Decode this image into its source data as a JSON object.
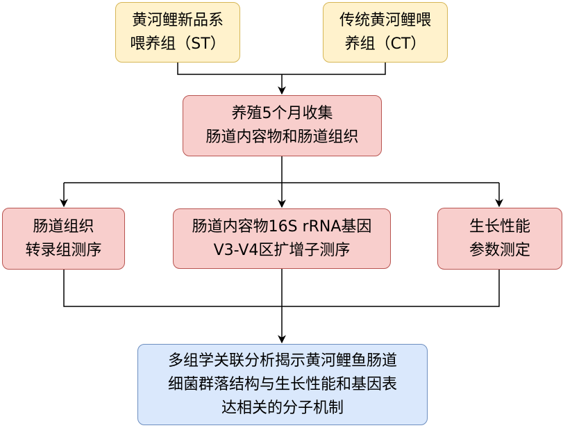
{
  "diagram": {
    "nodes": {
      "st_group": {
        "lines": [
          "黄河鲤新品系",
          "喂养组（ST）"
        ],
        "color": "yellow"
      },
      "ct_group": {
        "lines": [
          "传统黄河鲤喂",
          "养组（CT）"
        ],
        "color": "yellow"
      },
      "collection": {
        "lines": [
          "养殖5个月收集",
          "肠道内容物和肠道组织"
        ],
        "color": "red"
      },
      "transcriptome": {
        "lines": [
          "肠道组织",
          "转录组测序"
        ],
        "color": "red"
      },
      "sequencing_16s": {
        "lines": [
          "肠道内容物16S rRNA基因",
          "V3-V4区扩增子测序"
        ],
        "color": "red"
      },
      "growth": {
        "lines": [
          "生长性能",
          "参数测定"
        ],
        "color": "red"
      },
      "analysis": {
        "lines": [
          "多组学关联分析揭示黄河鲤鱼肠道",
          "细菌群落结构与生长性能和基因表",
          "达相关的分子机制"
        ],
        "color": "blue"
      }
    },
    "edges": [
      {
        "from": "st_group",
        "to": "collection"
      },
      {
        "from": "ct_group",
        "to": "collection"
      },
      {
        "from": "collection",
        "to": "transcriptome"
      },
      {
        "from": "collection",
        "to": "sequencing_16s"
      },
      {
        "from": "collection",
        "to": "growth"
      },
      {
        "from": "transcriptome",
        "to": "analysis"
      },
      {
        "from": "sequencing_16s",
        "to": "analysis"
      },
      {
        "from": "growth",
        "to": "analysis"
      }
    ],
    "colors": {
      "yellow_fill": "#fff2cc",
      "yellow_border": "#d6b656",
      "red_fill": "#f8cecc",
      "red_border": "#b85450",
      "blue_fill": "#dae8fc",
      "blue_border": "#6c8ebf",
      "connector": "#000000"
    }
  }
}
